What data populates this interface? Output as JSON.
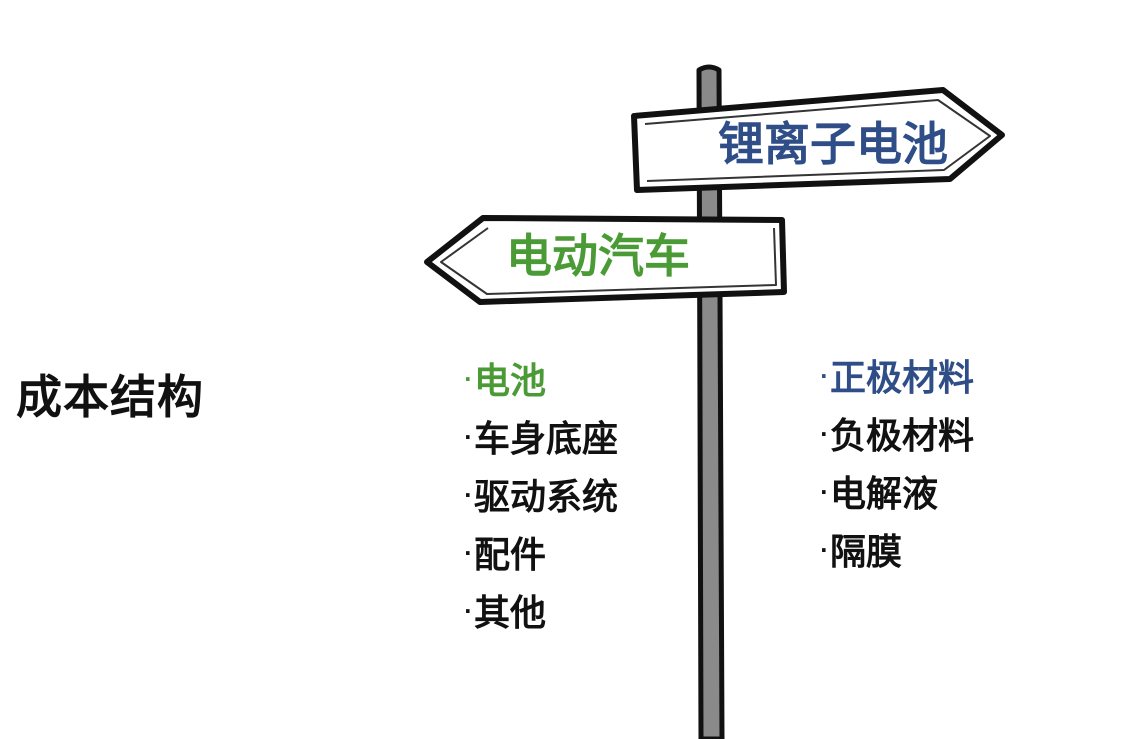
{
  "title": "成本结构",
  "sign_right": {
    "label": "锂离子电池",
    "color": "#2f4d86"
  },
  "sign_left": {
    "label": "电动汽车",
    "color": "#4a9a35"
  },
  "bullet": "·",
  "left_list": {
    "items": [
      {
        "label": "电池",
        "highlight": true
      },
      {
        "label": "车身底座",
        "highlight": false
      },
      {
        "label": "驱动系统",
        "highlight": false
      },
      {
        "label": "配件",
        "highlight": false
      },
      {
        "label": "其他",
        "highlight": false
      }
    ]
  },
  "right_list": {
    "items": [
      {
        "label": "正极材料",
        "highlight": true
      },
      {
        "label": "负极材料",
        "highlight": false
      },
      {
        "label": "电解液",
        "highlight": false
      },
      {
        "label": "隔膜",
        "highlight": false
      }
    ]
  },
  "colors": {
    "post": "#8a8a8a",
    "outline": "#111111",
    "text_dark": "#111111"
  }
}
